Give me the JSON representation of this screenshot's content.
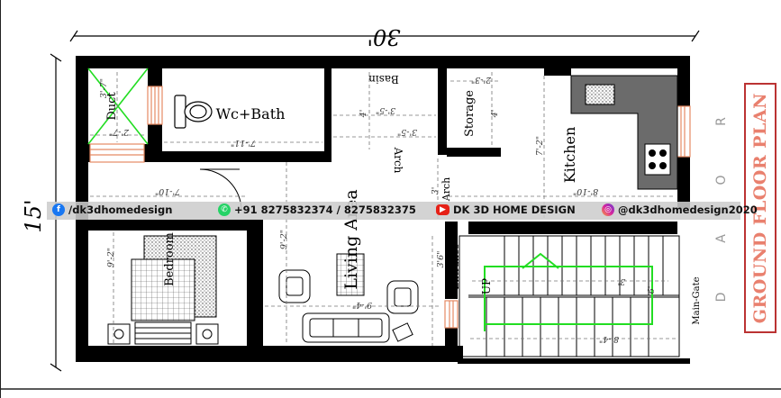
{
  "overall": {
    "width_label": "30'",
    "depth_label": "15'"
  },
  "rooms": {
    "duct": "Duct",
    "wc_bath": "Wc+Bath",
    "basin": "Basin",
    "storage": "Storage",
    "kitchen": "Kitchen",
    "living_area": "Living Area",
    "bedroom": "Bedroom",
    "entrance": "Entrance",
    "up": "UP",
    "main_gate": "Main-Gate",
    "arch_1": "Arch",
    "arch_2": "Arch"
  },
  "dimensions": {
    "duct_h": "3'-7\"",
    "duct_w": "2'-7\"",
    "wc_w": "7'-11\"",
    "basin_h": "4'",
    "basin_w1": "3'-5\"",
    "basin_w2": "3'-5\"",
    "storage_h": "4'",
    "storage_w": "2'-3\"",
    "kitchen_h": "7'-2\"",
    "kitchen_w": "8'-10\"",
    "bedroom_top_w": "7'-10\"",
    "bedroom_h": "9'-2\"",
    "living_h": "9'-2\"",
    "living_w": "9'-4\"",
    "arch_w": "3'",
    "entrance_w": "3'6\"",
    "stair_w": "8'-4\"",
    "stair_h": "6'",
    "stair_step": "3'"
  },
  "road": {
    "letters": [
      "R",
      "O",
      "A",
      "D"
    ]
  },
  "plan_title": "GROUND FLOOR PLAN",
  "banner": {
    "facebook": "/dk3dhomedesign",
    "whatsapp": "+91 8275832374 / 8275832375",
    "youtube": "DK 3D HOME DESIGN",
    "instagram": "@dk3dhomedesign2020"
  },
  "colors": {
    "wall": "#000000",
    "kitchen_counter": "#6b6b6b",
    "window": "#e58a63",
    "green_marker": "#22dd22",
    "title_text": "#e9806e",
    "title_border": "#bb3333"
  }
}
